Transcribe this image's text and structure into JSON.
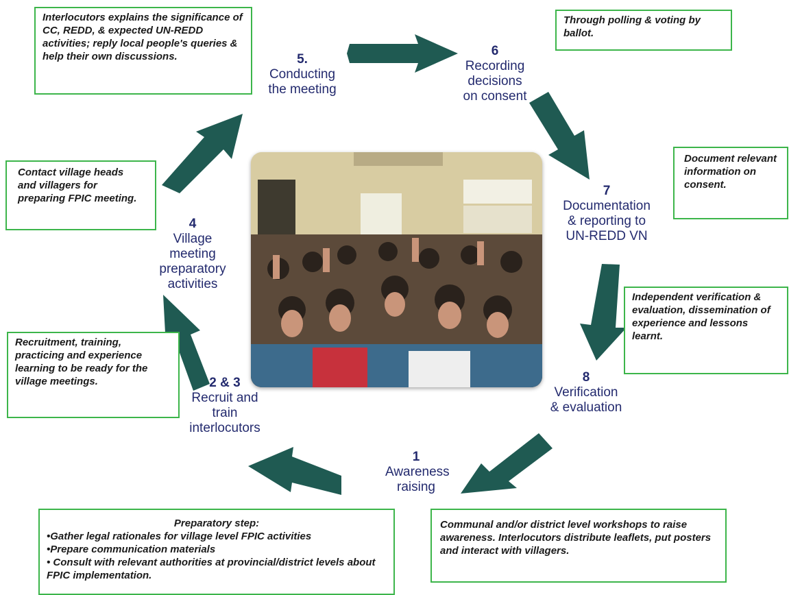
{
  "steps": [
    {
      "id": "1",
      "num": "1",
      "label": "Awareness\nraising"
    },
    {
      "id": "23",
      "num": "2 & 3",
      "label": "Recruit and\ntrain\ninterlocutors"
    },
    {
      "id": "4",
      "num": "4",
      "label": "Village\nmeeting\npreparatory\nactivities"
    },
    {
      "id": "5",
      "num": "5.",
      "label": "Conducting\nthe meeting"
    },
    {
      "id": "6",
      "num": "6",
      "label": "Recording\ndecisions\non consent"
    },
    {
      "id": "7",
      "num": "7",
      "label": "Documentation\n& reporting to\nUN-REDD VN"
    },
    {
      "id": "8",
      "num": "8",
      "label": "Verification\n& evaluation"
    }
  ],
  "notes": {
    "step5": "Interlocutors explains the significance of CC, REDD, & expected UN-REDD activities; reply local people's queries & help their own discussions.",
    "step6": "Through polling & voting by ballot.",
    "step7": "Document relevant information on consent.",
    "step8": "Independent verification & evaluation, dissemination of experience and lessons learnt.",
    "step4": "Contact village heads and villagers for preparing FPIC meeting.",
    "step23": "Recruitment, training, practicing and experience learning to be ready for the village meetings.",
    "step1": "Communal and/or district level workshops to raise awareness. Interlocutors distribute leaflets, put posters and interact with villagers.",
    "prep": {
      "title": "Preparatory step:",
      "items": [
        "•Gather legal rationales for village level FPIC activities",
        "•Prepare communication materials",
        "• Consult with relevant authorities at provincial/district levels about FPIC implementation."
      ]
    }
  },
  "colors": {
    "arrow": "#1f5a52",
    "note_border": "#3cb54a",
    "step_text": "#232a6e"
  }
}
